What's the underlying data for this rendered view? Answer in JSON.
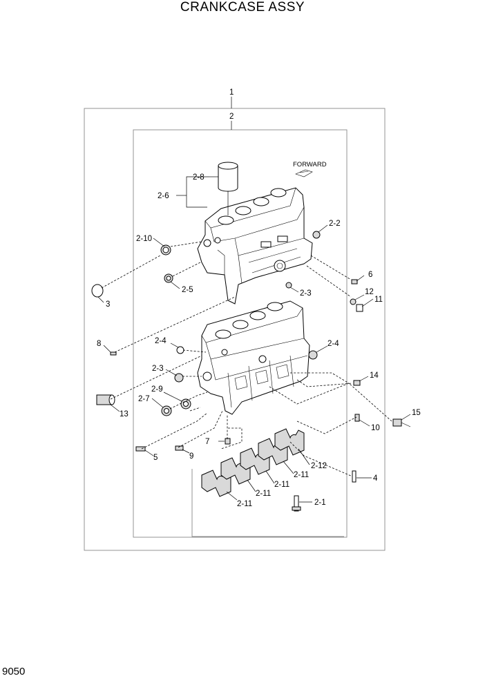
{
  "title": "CRANKCASE ASSY",
  "page_number": "9050",
  "forward_label": "FORWARD",
  "callouts": {
    "c1": "1",
    "c2": "2",
    "c2_1": "2-1",
    "c2_2": "2-2",
    "c2_3a": "2-3",
    "c2_3b": "2-3",
    "c2_4a": "2-4",
    "c2_4b": "2-4",
    "c2_5": "2-5",
    "c2_6": "2-6",
    "c2_7": "2-7",
    "c2_8": "2-8",
    "c2_9": "2-9",
    "c2_10": "2-10",
    "c2_11a": "2-11",
    "c2_11b": "2-11",
    "c2_11c": "2-11",
    "c2_11d": "2-11",
    "c2_12": "2-12",
    "c3": "3",
    "c4": "4",
    "c5": "5",
    "c6": "6",
    "c7": "7",
    "c8": "8",
    "c9": "9",
    "c10": "10",
    "c11": "11",
    "c12": "12",
    "c13": "13",
    "c14": "14",
    "c15": "15"
  }
}
